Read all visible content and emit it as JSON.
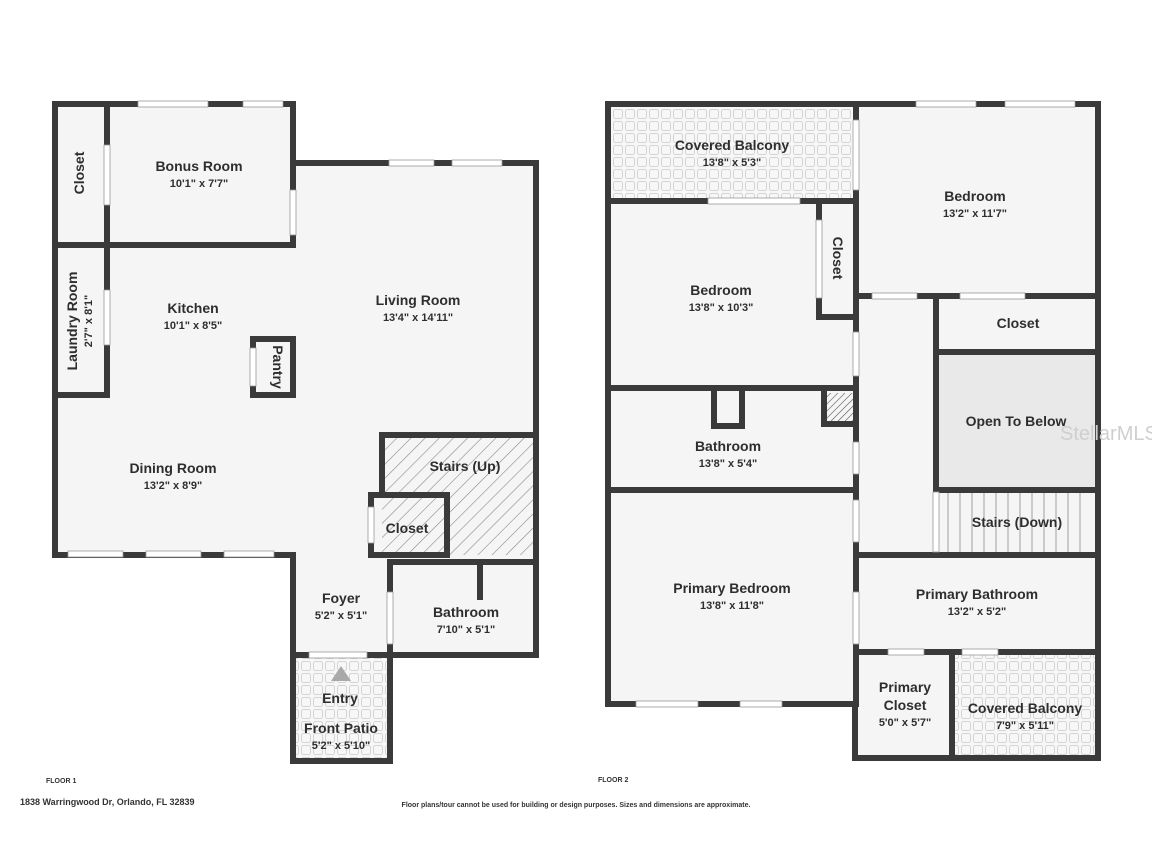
{
  "colors": {
    "wall": "#3a3a3a",
    "floor": "#f5f5f5",
    "open_to_below": "#e9e9e9",
    "window": "#ffffff"
  },
  "floor1": {
    "label": "FLOOR 1",
    "rooms": {
      "closet": {
        "name": "Closet"
      },
      "bonus_room": {
        "name": "Bonus Room",
        "dim": "10'1\" x 7'7\""
      },
      "laundry_room": {
        "name": "Laundry Room",
        "dim": "2'7\" x 8'1\""
      },
      "kitchen": {
        "name": "Kitchen",
        "dim": "10'1\" x 8'5\""
      },
      "pantry": {
        "name": "Pantry"
      },
      "living_room": {
        "name": "Living Room",
        "dim": "13'4\" x 14'11\""
      },
      "dining_room": {
        "name": "Dining Room",
        "dim": "13'2\" x 8'9\""
      },
      "stairs_up": {
        "name": "Stairs (Up)"
      },
      "closet_2": {
        "name": "Closet"
      },
      "foyer": {
        "name": "Foyer",
        "dim": "5'2\" x 5'1\""
      },
      "bathroom": {
        "name": "Bathroom",
        "dim": "7'10\" x 5'1\""
      },
      "entry": {
        "name": "Entry"
      },
      "front_patio": {
        "name": "Front Patio",
        "dim": "5'2\" x 5'10\""
      }
    }
  },
  "floor2": {
    "label": "FLOOR 2",
    "rooms": {
      "covered_balcony_top": {
        "name": "Covered Balcony",
        "dim": "13'8\" x 5'3\""
      },
      "bedroom_right": {
        "name": "Bedroom",
        "dim": "13'2\" x 11'7\""
      },
      "bedroom_left": {
        "name": "Bedroom",
        "dim": "13'8\" x 10'3\""
      },
      "closet_vertical": {
        "name": "Closet"
      },
      "closet_right": {
        "name": "Closet"
      },
      "open_to_below": {
        "name": "Open To Below"
      },
      "bathroom": {
        "name": "Bathroom",
        "dim": "13'8\" x 5'4\""
      },
      "stairs_down": {
        "name": "Stairs (Down)"
      },
      "primary_bedroom": {
        "name": "Primary Bedroom",
        "dim": "13'8\" x 11'8\""
      },
      "primary_bathroom": {
        "name": "Primary Bathroom",
        "dim": "13'2\" x 5'2\""
      },
      "primary_closet": {
        "name_line1": "Primary",
        "name_line2": "Closet",
        "dim": "5'0\" x 5'7\""
      },
      "covered_balcony_bottom": {
        "name": "Covered Balcony",
        "dim": "7'9\" x 5'11\""
      }
    }
  },
  "address": "1838 Warringwood Dr, Orlando, FL 32839",
  "disclaimer": "Floor plans/tour cannot be used for building or design purposes. Sizes and dimensions are approximate.",
  "watermark": "StellarMLS"
}
